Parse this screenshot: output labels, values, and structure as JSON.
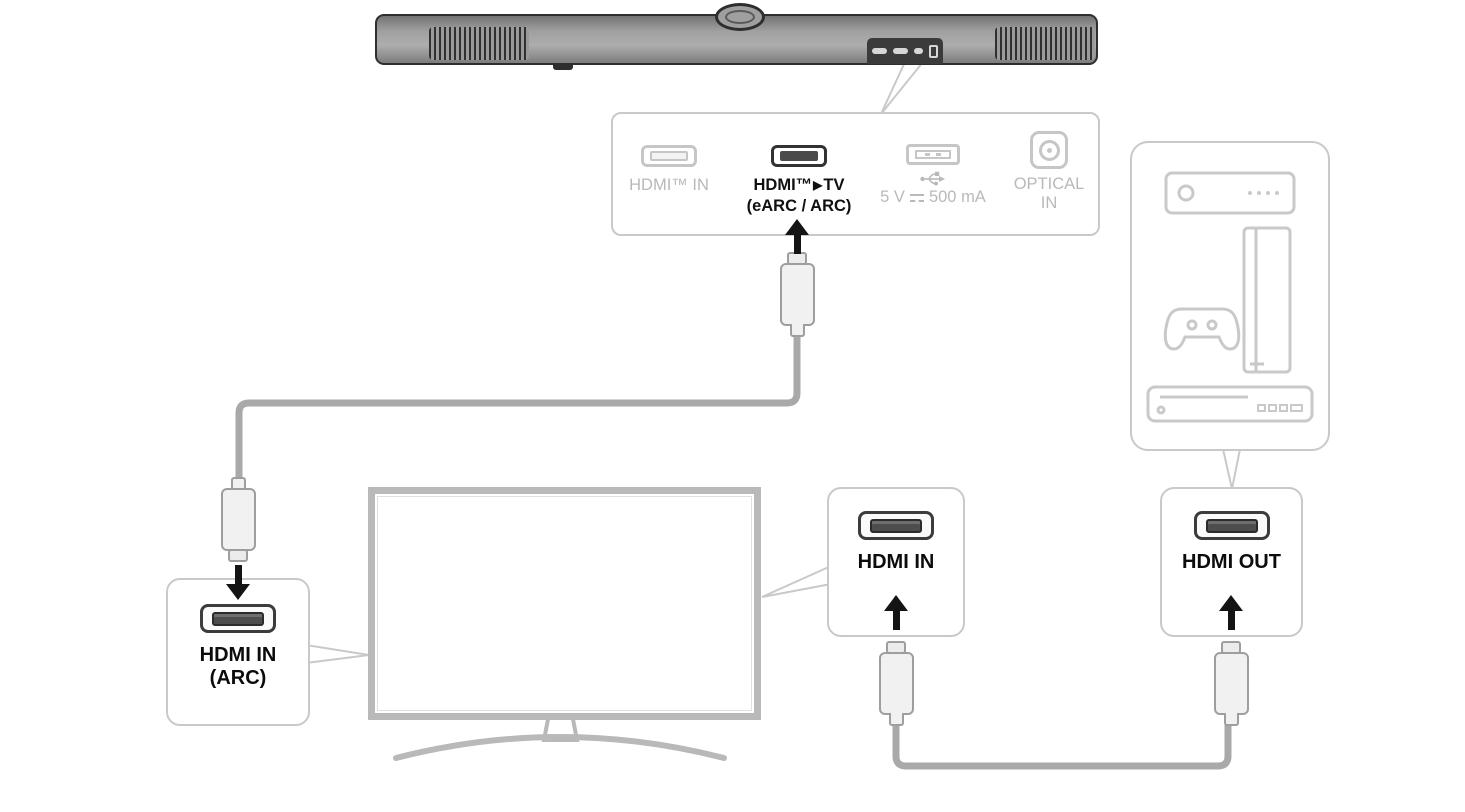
{
  "rear_panel": {
    "hdmi_in_label": "HDMI™ IN",
    "hdmi_tv_brand": "HDMI™",
    "hdmi_tv_arrow": "▶",
    "hdmi_tv_target": "TV",
    "hdmi_tv_sub": "(eARC / ARC)",
    "usb_volt": "5 V",
    "usb_current": "500 mA",
    "optical_line1": "OPTICAL",
    "optical_line2": "IN"
  },
  "callout_tv_arc": {
    "line1": "HDMI IN",
    "line2": "(ARC)"
  },
  "callout_tv_hdmi_in": {
    "label": "HDMI IN"
  },
  "callout_device_hdmi_out": {
    "label": "HDMI OUT"
  },
  "icons": {
    "usb_symbol": "usb-trident",
    "dc_symbol": "direct-current-solid-over-dashed",
    "device_icons": [
      "set-top-box",
      "game-console",
      "disc-player"
    ]
  },
  "colors": {
    "cable": "#a9a9a9",
    "callout_border": "#c9c9c9",
    "muted_text": "#b9b9b9",
    "ink": "#141414",
    "tv_outline": "#b9b9b9",
    "device_icon": "#c9c9c9"
  }
}
